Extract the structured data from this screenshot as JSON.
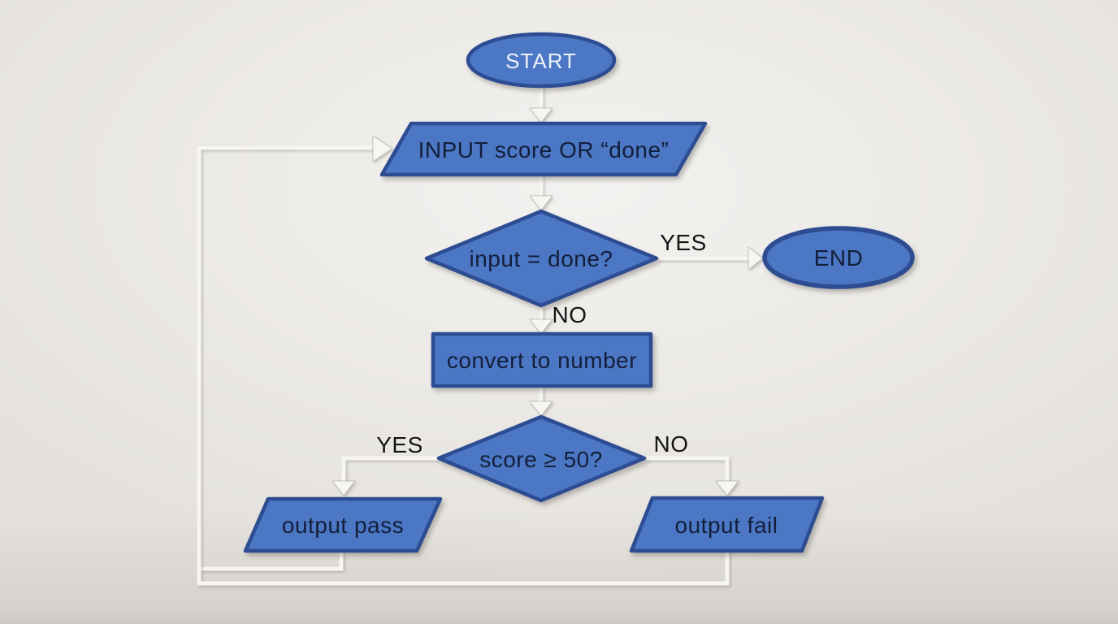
{
  "diagram": {
    "nodes": {
      "start": {
        "label": "START",
        "type": "terminator"
      },
      "input": {
        "label": "INPUT score OR “done”",
        "type": "input-output"
      },
      "check_done": {
        "label": "input = done?",
        "type": "decision"
      },
      "end": {
        "label": "END",
        "type": "terminator"
      },
      "convert": {
        "label": "convert to number",
        "type": "process"
      },
      "check_score": {
        "label": "score ≥ 50?",
        "type": "decision"
      },
      "output_pass": {
        "label": "output pass",
        "type": "input-output"
      },
      "output_fail": {
        "label": "output fail",
        "type": "input-output"
      }
    },
    "edge_labels": {
      "check_done_yes": "YES",
      "check_done_no": "NO",
      "check_score_yes": "YES",
      "check_score_no": "NO"
    },
    "colors": {
      "node_fill": "#4b77c5",
      "node_border": "#2d4c92",
      "node_text": "#131f3a",
      "start_text": "#eef3fb",
      "connector": "#f8f6f1",
      "edge_label_text": "#141414",
      "background": "#e5e2dd"
    }
  }
}
